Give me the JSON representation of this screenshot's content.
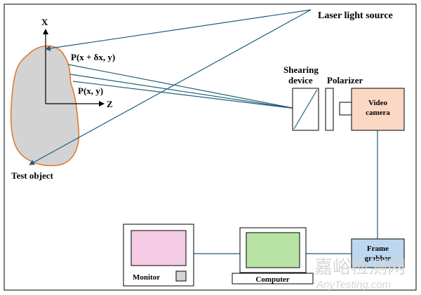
{
  "labels": {
    "laser": "Laser light source",
    "axis_x": "X",
    "axis_z": "Z",
    "point_shift": "P(x + δx, y)",
    "point": "P(x, y)",
    "test_object": "Test object",
    "shearing_line1": "Shearing",
    "shearing_line2": "device",
    "polarizer": "Polarizer",
    "video_line1": "Video",
    "video_line2": "camera",
    "frame_line1": "Frame",
    "frame_line2": "grabber",
    "monitor": "Monitor",
    "computer": "Computer"
  },
  "watermark": {
    "cn": "嘉峪检测网",
    "en": "AnyTesting.com"
  },
  "colors": {
    "line": "#1f5f7a",
    "object_fill": "#d3d3d3",
    "object_stroke": "#e07a2e",
    "camera_fill": "#fbd8c4",
    "frame_fill": "#bcd7f0",
    "monitor_screen": "#f6cbe6",
    "computer_screen": "#b8e3a4"
  }
}
